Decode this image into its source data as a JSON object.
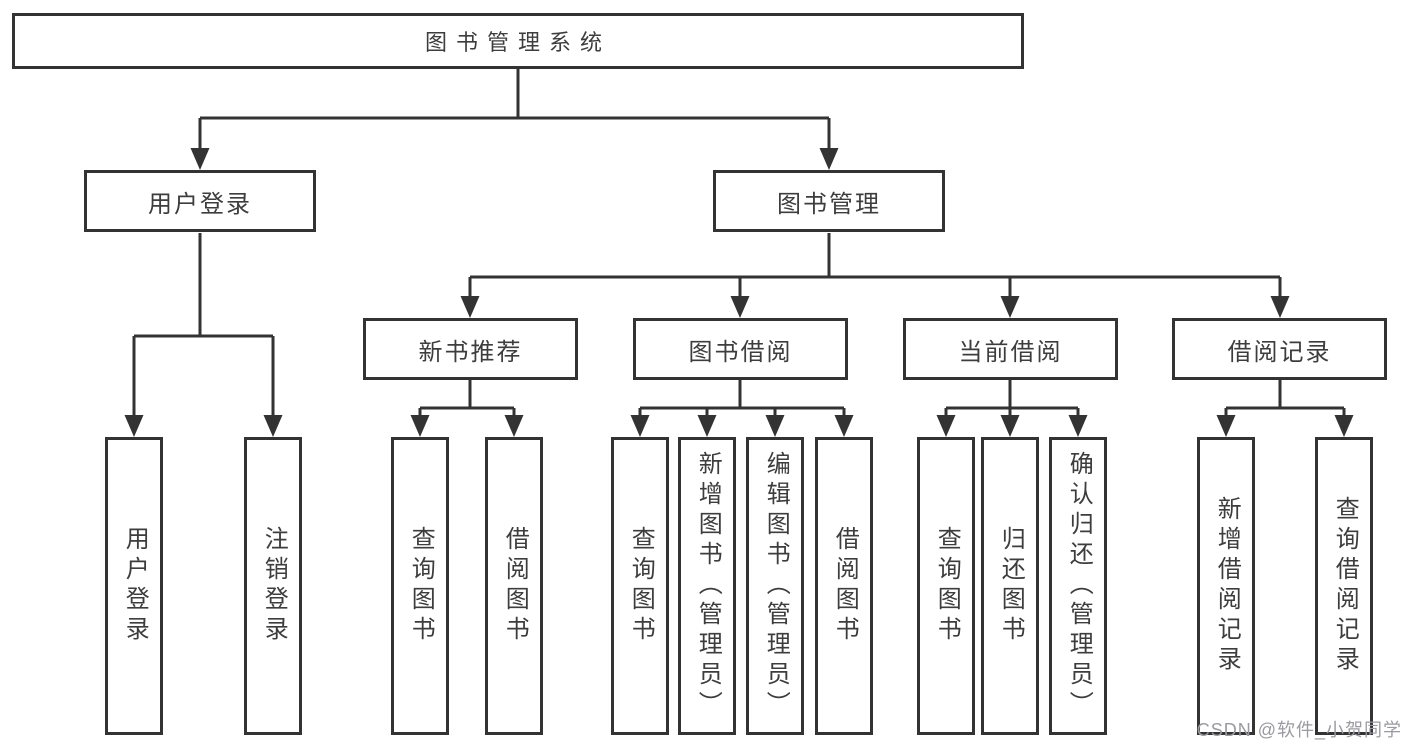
{
  "diagram": {
    "root": {
      "label": "图书管理系统"
    },
    "branches": [
      {
        "label": "用户登录",
        "children": [
          {
            "label": "用户登录"
          },
          {
            "label": "注销登录"
          }
        ]
      },
      {
        "label": "图书管理",
        "sections": [
          {
            "label": "新书推荐",
            "children": [
              {
                "label": "查询图书"
              },
              {
                "label": "借阅图书"
              }
            ]
          },
          {
            "label": "图书借阅",
            "children": [
              {
                "label": "查询图书"
              },
              {
                "label": "新增图书（管理员）"
              },
              {
                "label": "编辑图书（管理员）"
              },
              {
                "label": "借阅图书"
              }
            ]
          },
          {
            "label": "当前借阅",
            "children": [
              {
                "label": "查询图书"
              },
              {
                "label": "归还图书"
              },
              {
                "label": "确认归还（管理员）"
              }
            ]
          },
          {
            "label": "借阅记录",
            "children": [
              {
                "label": "新增借阅记录"
              },
              {
                "label": "查询借阅记录"
              }
            ]
          }
        ]
      }
    ]
  },
  "watermark": {
    "text": "CSDN @软件_小贺同学"
  },
  "colors": {
    "line": "#333333",
    "box_border": "#333333",
    "box_fill": "#ffffff",
    "text": "#3d3d3d",
    "watermark": "#9a9aa2",
    "background": "#ffffff"
  }
}
